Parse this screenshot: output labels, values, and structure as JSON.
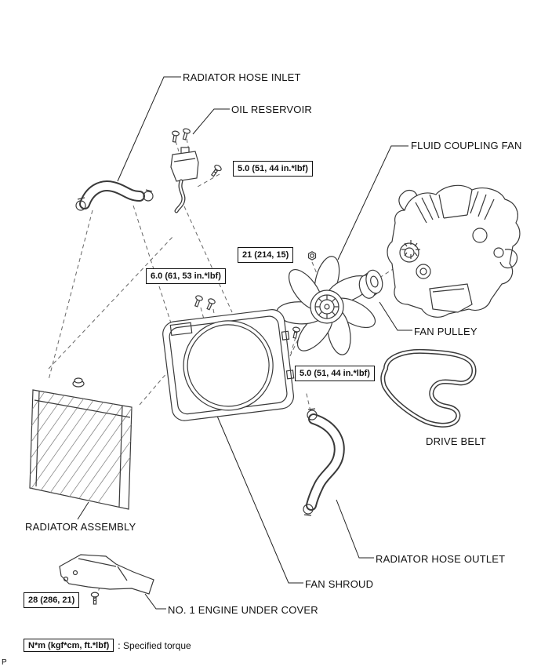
{
  "page": {
    "corner_mark": "P"
  },
  "labels": {
    "radiator_hose_inlet": "RADIATOR HOSE INLET",
    "oil_reservoir": "OIL RESERVOIR",
    "fluid_coupling_fan": "FLUID COUPLING FAN",
    "fan_pulley": "FAN PULLEY",
    "drive_belt": "DRIVE BELT",
    "radiator_assembly": "RADIATOR ASSEMBLY",
    "radiator_hose_outlet": "RADIATOR HOSE OUTLET",
    "fan_shroud": "FAN SHROUD",
    "engine_under_cover": "NO. 1 ENGINE UNDER COVER"
  },
  "torque_specs": {
    "oil_reservoir_bolt": "5.0 (51, 44 in.*lbf)",
    "fan_coupling_nut": "21 (214, 15)",
    "fan_shroud_bolt": "6.0 (61, 53 in.*lbf)",
    "fan_shroud_side_bolt": "5.0 (51, 44 in.*lbf)",
    "under_cover_bolt": "28 (286, 21)"
  },
  "legend": {
    "unit_label": "N*m (kgf*cm, ft.*lbf)",
    "description": ": Specified torque"
  }
}
